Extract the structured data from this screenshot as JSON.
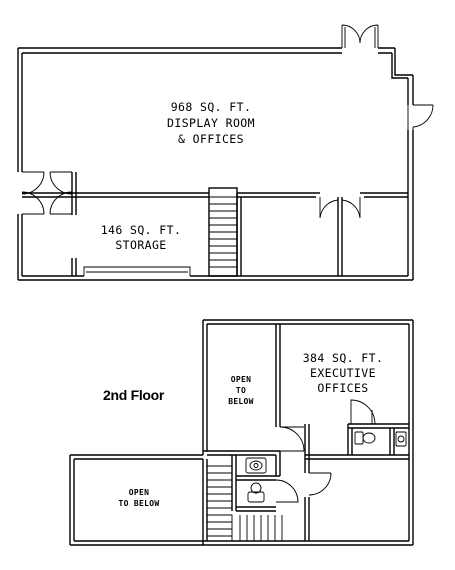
{
  "floor1": {
    "display_room": {
      "line1": "968 SQ. FT.",
      "line2": "DISPLAY ROOM",
      "line3": "& OFFICES"
    },
    "storage": {
      "line1": "146 SQ. FT.",
      "line2": "STORAGE"
    }
  },
  "floor2": {
    "title": "2nd Floor",
    "open_upper": {
      "line1": "OPEN",
      "line2": "TO",
      "line3": "BELOW"
    },
    "executive": {
      "line1": "384 SQ. FT.",
      "line2": "EXECUTIVE",
      "line3": "OFFICES"
    },
    "open_lower": {
      "line1": "OPEN",
      "line2": "TO BELOW"
    }
  }
}
